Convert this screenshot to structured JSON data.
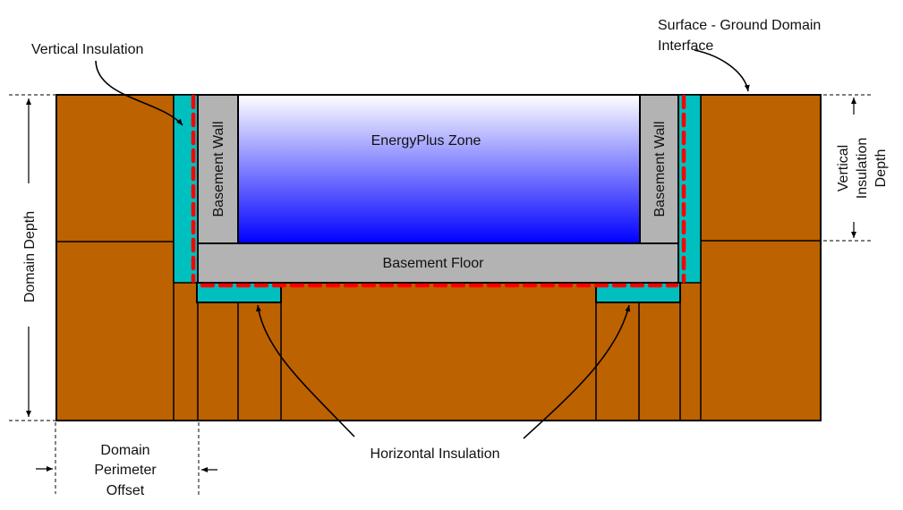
{
  "diagram": {
    "title": "Basement ground heat transfer domain",
    "colors": {
      "ground": "#bd6200",
      "insulation": "#00bfbf",
      "concrete": "#b3b3b3",
      "zone_top": "#ffffff",
      "zone_bottom": "#0000ff",
      "interface_dashes": "#ff0000",
      "lines": "#000000"
    },
    "regions": {
      "zone": "EnergyPlus Zone",
      "left_wall": "Basement Wall",
      "right_wall": "Basement Wall",
      "floor": "Basement Floor"
    },
    "callouts": {
      "vertical_insulation": "Vertical Insulation",
      "surface_interface_line1": "Surface - Ground Domain",
      "surface_interface_line2": "Interface",
      "horizontal_insulation": "Horizontal Insulation"
    },
    "dimensions": {
      "domain_depth": "Domain Depth",
      "vertical_insulation_depth_line1": "Vertical",
      "vertical_insulation_depth_line2": "Insulation",
      "vertical_insulation_depth_line3": "Depth",
      "perimeter_offset_line1": "Domain",
      "perimeter_offset_line2": "Perimeter",
      "perimeter_offset_line3": "Offset"
    }
  }
}
